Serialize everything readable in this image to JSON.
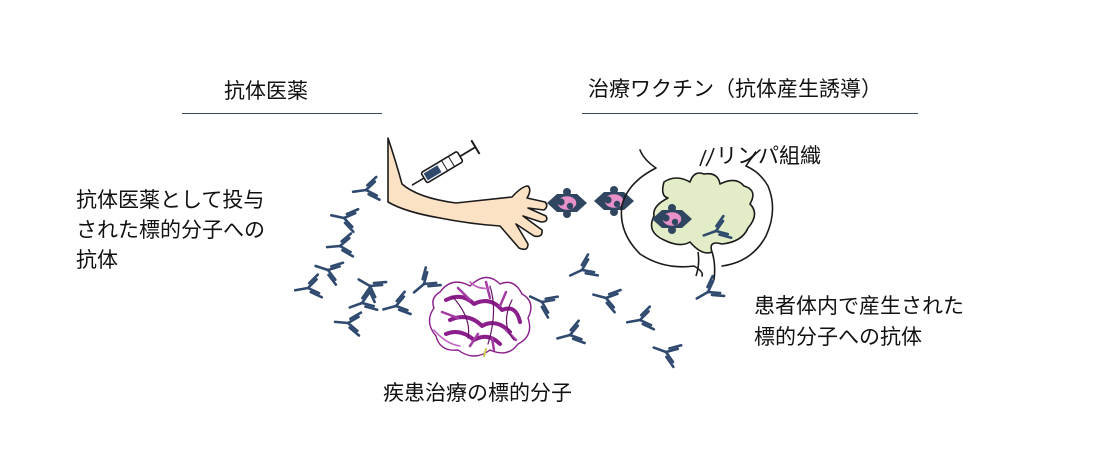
{
  "headings": {
    "antibody_drug": "抗体医薬",
    "therapeutic_vaccine": "治療ワクチン（抗体産生誘導）"
  },
  "labels": {
    "lymph_tissue": "リンパ組織",
    "antibody_drug_desc": [
      "抗体医薬として投与",
      "された標的分子への",
      "抗体"
    ],
    "patient_antibody_desc": [
      "患者体内で産生された",
      "標的分子への抗体"
    ],
    "disease_target": "疾患治療の標的分子"
  },
  "colors": {
    "antibody": "#2f4a6e",
    "arm_skin": "#fbe2c4",
    "lymph_fill": "#e2ecc6",
    "cell_pink": "#e890c8",
    "protein_purple": "#8a1e8a",
    "rule_line": "#3a4a66"
  }
}
